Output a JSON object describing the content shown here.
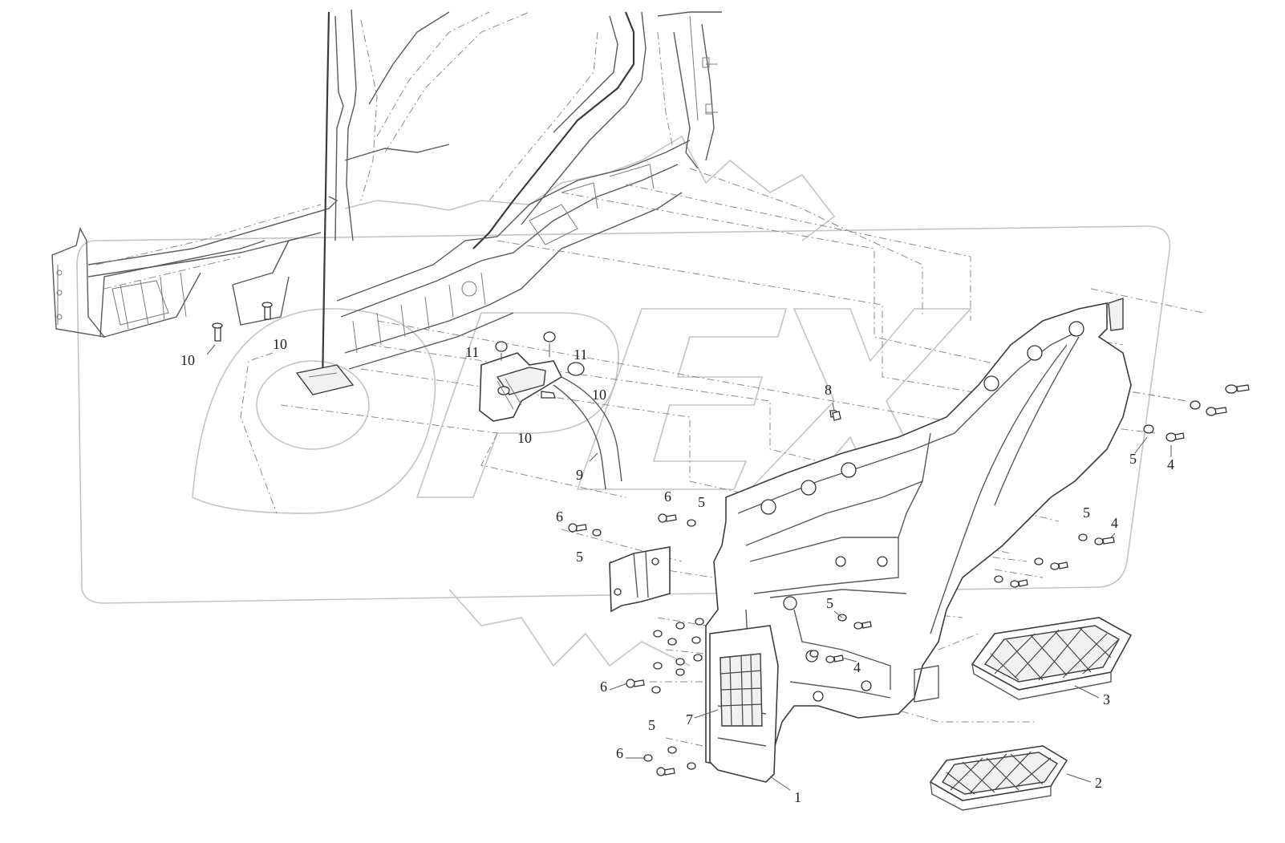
{
  "diagram": {
    "colors": {
      "line": "#3c3c3c",
      "dash": "#8a8a8a",
      "watermark": "#c4c4c4",
      "background": "#ffffff"
    },
    "watermark_text": "OPEX",
    "callouts": [
      {
        "id": "c1",
        "label": "1"
      },
      {
        "id": "c2",
        "label": "2"
      },
      {
        "id": "c3",
        "label": "3"
      },
      {
        "id": "c4a",
        "label": "4"
      },
      {
        "id": "c4b",
        "label": "4"
      },
      {
        "id": "c4c",
        "label": "4"
      },
      {
        "id": "c5a",
        "label": "5"
      },
      {
        "id": "c5b",
        "label": "5"
      },
      {
        "id": "c5c",
        "label": "5"
      },
      {
        "id": "c5d",
        "label": "5"
      },
      {
        "id": "c5e",
        "label": "5"
      },
      {
        "id": "c5f",
        "label": "5"
      },
      {
        "id": "c6a",
        "label": "6"
      },
      {
        "id": "c6b",
        "label": "6"
      },
      {
        "id": "c6c",
        "label": "6"
      },
      {
        "id": "c6d",
        "label": "6"
      },
      {
        "id": "c7",
        "label": "7"
      },
      {
        "id": "c8",
        "label": "8"
      },
      {
        "id": "c9",
        "label": "9"
      },
      {
        "id": "c10a",
        "label": "10"
      },
      {
        "id": "c10b",
        "label": "10"
      },
      {
        "id": "c10c",
        "label": "10"
      },
      {
        "id": "c10d",
        "label": "10"
      },
      {
        "id": "c11a",
        "label": "11"
      },
      {
        "id": "c11b",
        "label": "11"
      }
    ]
  }
}
